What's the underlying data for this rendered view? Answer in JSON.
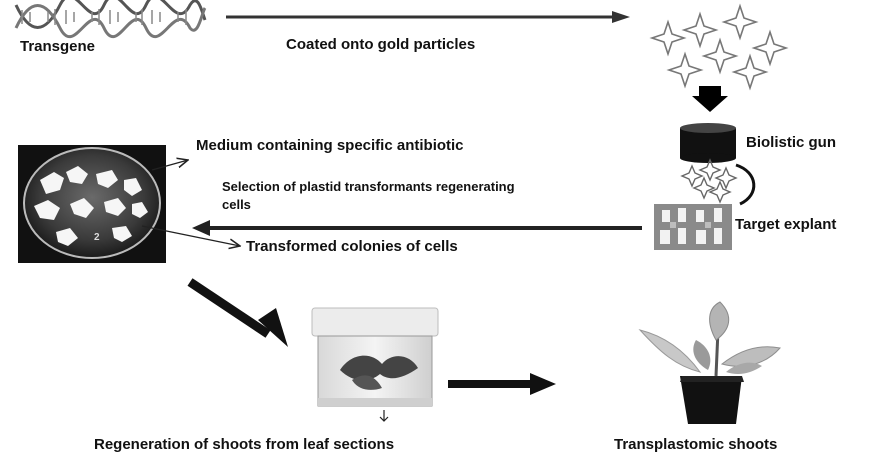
{
  "labels": {
    "transgene": "Transgene",
    "coated": "Coated onto gold particles",
    "biolistic_gun": "Biolistic gun",
    "target_explant": "Target  explant",
    "medium": "Medium containing specific antibiotic",
    "selection_line1": "Selection of plastid transformants regenerating",
    "selection_line2": "cells",
    "transformed": "Transformed colonies of cells",
    "regeneration": "Regeneration  of shoots  from leaf sections",
    "transplastomic": "Transplastomic shoots"
  },
  "petri_dish_badge": "2"
}
